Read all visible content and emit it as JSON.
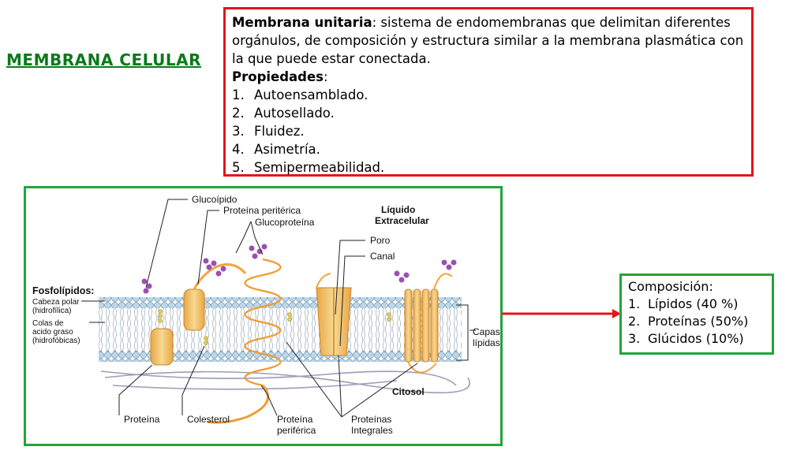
{
  "title": "MEMBRANA CELULAR",
  "definition": {
    "term": "Membrana unitaria",
    "text": ": sistema de endomembranas que delimitan diferentes orgánulos, de composición y estructura similar a la membrana plasmática con la que puede estar conectada.",
    "properties_heading": "Propiedades",
    "properties_colon": ":",
    "properties": [
      "Autoensamblado.",
      "Autosellado.",
      "Fluidez.",
      "Asimetría.",
      "Semipermeabilidad."
    ]
  },
  "composition": {
    "heading": "Composición:",
    "items": [
      "Lípidos (40 %)",
      "Proteínas (50%)",
      "Glúcidos (10%)"
    ]
  },
  "diagram_labels": {
    "glucolipido": "Glucoípido",
    "proteina_periferica_top": "Proteína peritérica",
    "glucoproteina": "Glucoproteína",
    "liquido_1": "Líquido",
    "liquido_2": "Extracelular",
    "poro": "Poro",
    "canal": "Canal",
    "fosfolipidos": "Fosfolípidos:",
    "cabeza_1": "Cabeza polar",
    "cabeza_2": "(hidrofílica)",
    "colas_1": "Colas de",
    "colas_2": "acido graso",
    "colas_3": "(hidrofóbicas)",
    "capas_1": "Capas",
    "capas_2": "lípidas",
    "citosol": "Citosol",
    "proteina": "Proteína",
    "colesterol": "Colesterol",
    "prot_perif_bottom_1": "Proteína",
    "prot_perif_bottom_2": "periférica",
    "prot_integrales_1": "Proteínas",
    "prot_integrales_2": "Integrales"
  },
  "colors": {
    "title": "#0a7a1a",
    "definition_border": "#e0161b",
    "green_border": "#22a53a",
    "arrow": "#e0161b",
    "protein": "#f5a33c",
    "protein_light": "#f7d58a",
    "lipid_head": "#b9d6ea",
    "sugar": "#9b4fb5"
  }
}
